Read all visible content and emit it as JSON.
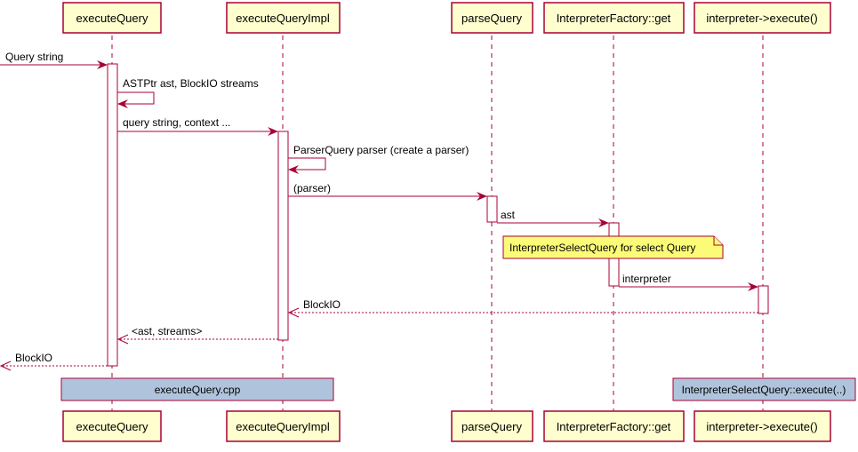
{
  "participants": {
    "p1": "executeQuery",
    "p2": "executeQueryImpl",
    "p3": "parseQuery",
    "p4": "InterpreterFactory::get",
    "p5": "interpreter->execute()"
  },
  "messages": {
    "m1": "Query string",
    "m2": "ASTPtr ast, BlockIO streams",
    "m3": "query string, context ...",
    "m4": "ParserQuery parser (create a parser)",
    "m5": "(parser)",
    "m6": "ast",
    "m7": "interpreter",
    "m8": "BlockIO",
    "m9": "<ast, streams>",
    "m10": "BlockIO"
  },
  "note": "InterpreterSelectQuery for select Query",
  "groups": {
    "left": "executeQuery.cpp",
    "right": "InterpreterSelectQuery::execute(..)"
  },
  "colors": {
    "line": "#A80036",
    "participant_fill": "#FEFECE",
    "note_fill": "#FBFB77",
    "group_fill": "#AFC4DC"
  }
}
